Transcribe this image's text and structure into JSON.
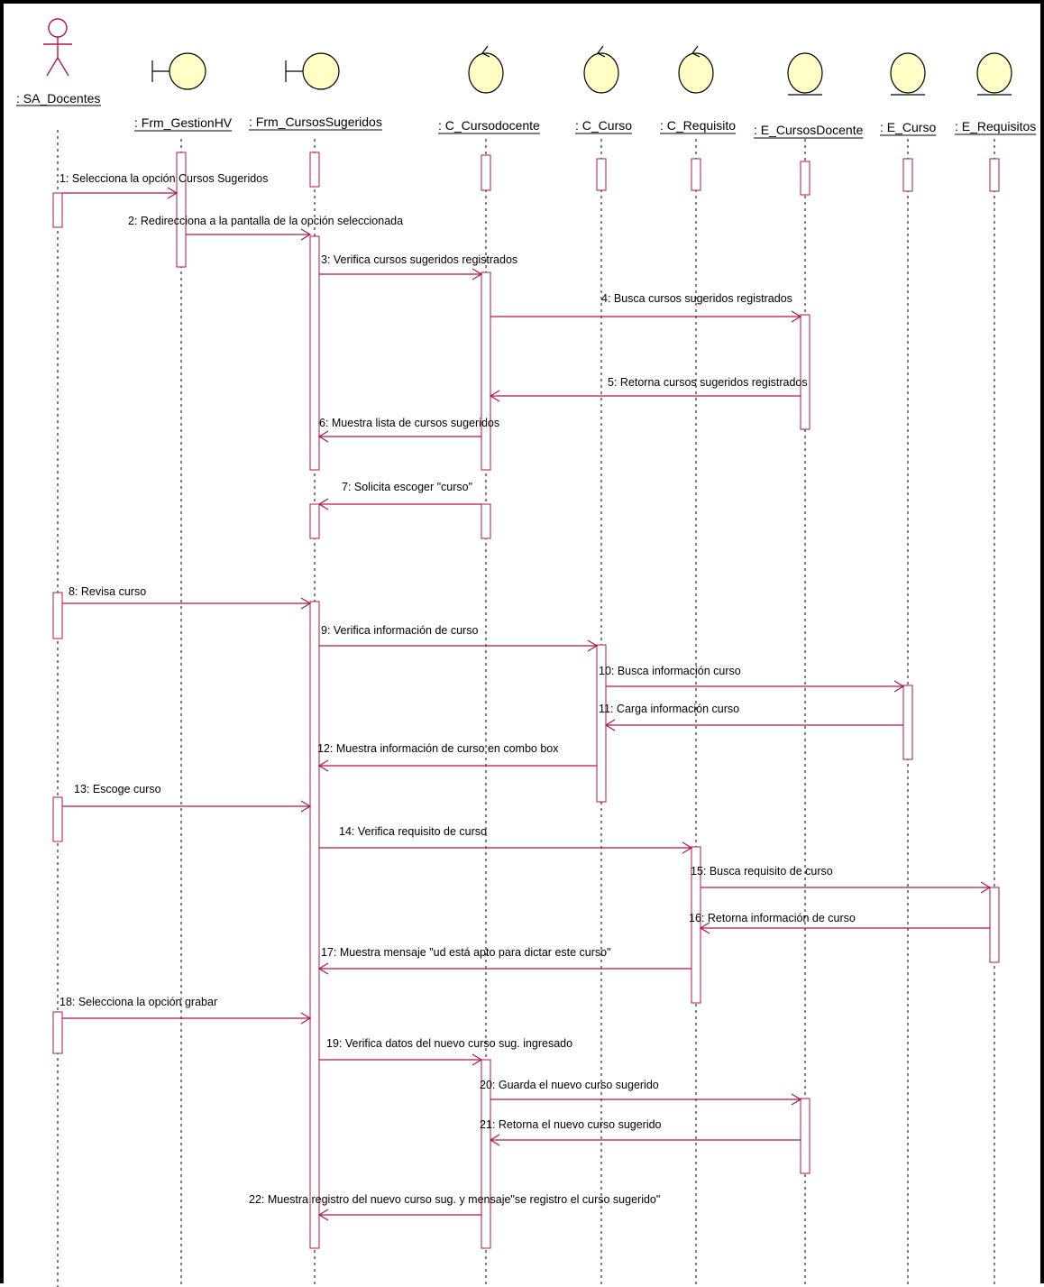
{
  "diagram": {
    "actor": {
      "name": ": SA_Docentes"
    },
    "objects": [
      {
        "id": "frm_gestionhv",
        "kind": "boundary",
        "label": ": Frm_GestionHV"
      },
      {
        "id": "frm_cursossugeridos",
        "kind": "boundary",
        "label": ": Frm_CursosSugeridos"
      },
      {
        "id": "c_cursodocente",
        "kind": "control",
        "label": ": C_Cursodocente"
      },
      {
        "id": "c_curso",
        "kind": "control",
        "label": ": C_Curso"
      },
      {
        "id": "c_requisito",
        "kind": "control",
        "label": ": C_Requisito"
      },
      {
        "id": "e_cursosdocente",
        "kind": "entity",
        "label": ": E_CursosDocente"
      },
      {
        "id": "e_curso",
        "kind": "entity",
        "label": ": E_Curso"
      },
      {
        "id": "e_requisitos",
        "kind": "entity",
        "label": ": E_Requisitos"
      }
    ],
    "messages": [
      {
        "from": "actor",
        "to": "frm_gestionhv",
        "text": "1: Selecciona la opción Cursos Sugeridos"
      },
      {
        "from": "frm_gestionhv",
        "to": "frm_cursossugeridos",
        "text": "2: Redirecciona a la pantalla de la opción seleccionada"
      },
      {
        "from": "frm_cursossugeridos",
        "to": "c_cursodocente",
        "text": "3: Verifica cursos sugeridos registrados"
      },
      {
        "from": "c_cursodocente",
        "to": "e_cursosdocente",
        "text": "4: Busca cursos sugeridos registrados"
      },
      {
        "from": "e_cursosdocente",
        "to": "c_cursodocente",
        "text": "5: Retorna cursos sugeridos registrados"
      },
      {
        "from": "c_cursodocente",
        "to": "frm_cursossugeridos",
        "text": "6: Muestra lista de cursos sugeridos"
      },
      {
        "from": "c_cursodocente",
        "to": "frm_cursossugeridos",
        "text": "7: Solicita escoger \"curso\""
      },
      {
        "from": "actor",
        "to": "frm_cursossugeridos",
        "text": "8: Revisa curso"
      },
      {
        "from": "frm_cursossugeridos",
        "to": "c_curso",
        "text": "9: Verifica información de curso"
      },
      {
        "from": "c_curso",
        "to": "e_curso",
        "text": "10: Busca información curso"
      },
      {
        "from": "e_curso",
        "to": "c_curso",
        "text": "11: Carga información curso"
      },
      {
        "from": "c_curso",
        "to": "frm_cursossugeridos",
        "text": "12: Muestra información de curso en combo box"
      },
      {
        "from": "actor",
        "to": "frm_cursossugeridos",
        "text": "13: Escoge curso"
      },
      {
        "from": "frm_cursossugeridos",
        "to": "c_requisito",
        "text": "14: Verifica requisito de curso"
      },
      {
        "from": "c_requisito",
        "to": "e_requisitos",
        "text": "15: Busca requisito de curso"
      },
      {
        "from": "e_requisitos",
        "to": "c_requisito",
        "text": "16: Retorna información de curso"
      },
      {
        "from": "c_requisito",
        "to": "frm_cursossugeridos",
        "text": "17: Muestra mensaje \"ud está apto para dictar este curso\""
      },
      {
        "from": "actor",
        "to": "frm_cursossugeridos",
        "text": "18: Selecciona la opción grabar"
      },
      {
        "from": "frm_cursossugeridos",
        "to": "c_cursodocente",
        "text": "19: Verifica datos del nuevo curso sug. ingresado"
      },
      {
        "from": "c_cursodocente",
        "to": "e_cursosdocente",
        "text": "20: Guarda el nuevo curso sugerido"
      },
      {
        "from": "e_cursosdocente",
        "to": "c_cursodocente",
        "text": "21: Retorna el nuevo curso sugerido"
      },
      {
        "from": "c_cursodocente",
        "to": "frm_cursossugeridos",
        "text": "22: Muestra registro del nuevo curso sug. y mensaje\"se registro el curso sugerido\""
      }
    ],
    "colors": {
      "message_line": "#b0154a",
      "object_fill": "#ffffc6",
      "lifeline": "#000000",
      "actor": "#b0154a"
    }
  }
}
